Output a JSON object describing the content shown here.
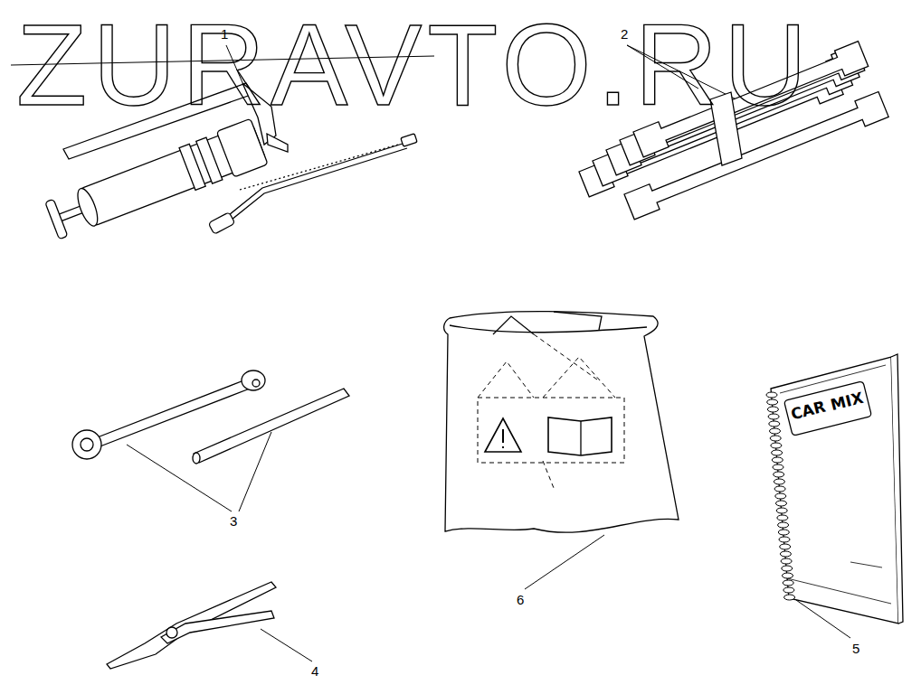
{
  "diagram": {
    "labels": [
      "ZURAVTO.RU",
      "1",
      "2",
      "3",
      "4",
      "5",
      "6",
      "CAR",
      "MIX"
    ]
  }
}
